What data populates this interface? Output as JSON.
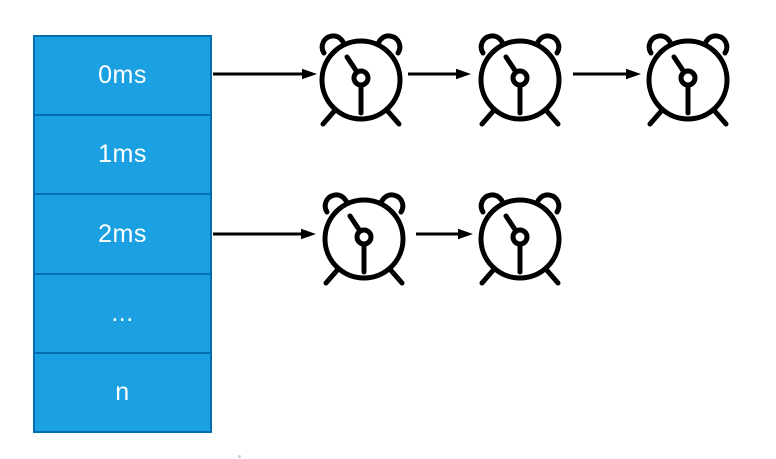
{
  "page": {
    "background": "#ffffff",
    "title": "timer wheel buckets diagram"
  },
  "diagram": {
    "stack": {
      "cells": [
        {
          "label": "0ms"
        },
        {
          "label": "1ms"
        },
        {
          "label": "2ms"
        },
        {
          "label": "..."
        },
        {
          "label": "n"
        }
      ],
      "fill": "#1BA1E2",
      "border": "#006EAF",
      "text_color": "#ffffff"
    },
    "timer_chains": [
      {
        "from_cell": "0ms",
        "clock_count": 3
      },
      {
        "from_cell": "2ms",
        "clock_count": 2
      }
    ],
    "icons": {
      "timer": "alarm-clock-icon",
      "connector": "arrow-connector"
    },
    "line_color": "#000000"
  }
}
